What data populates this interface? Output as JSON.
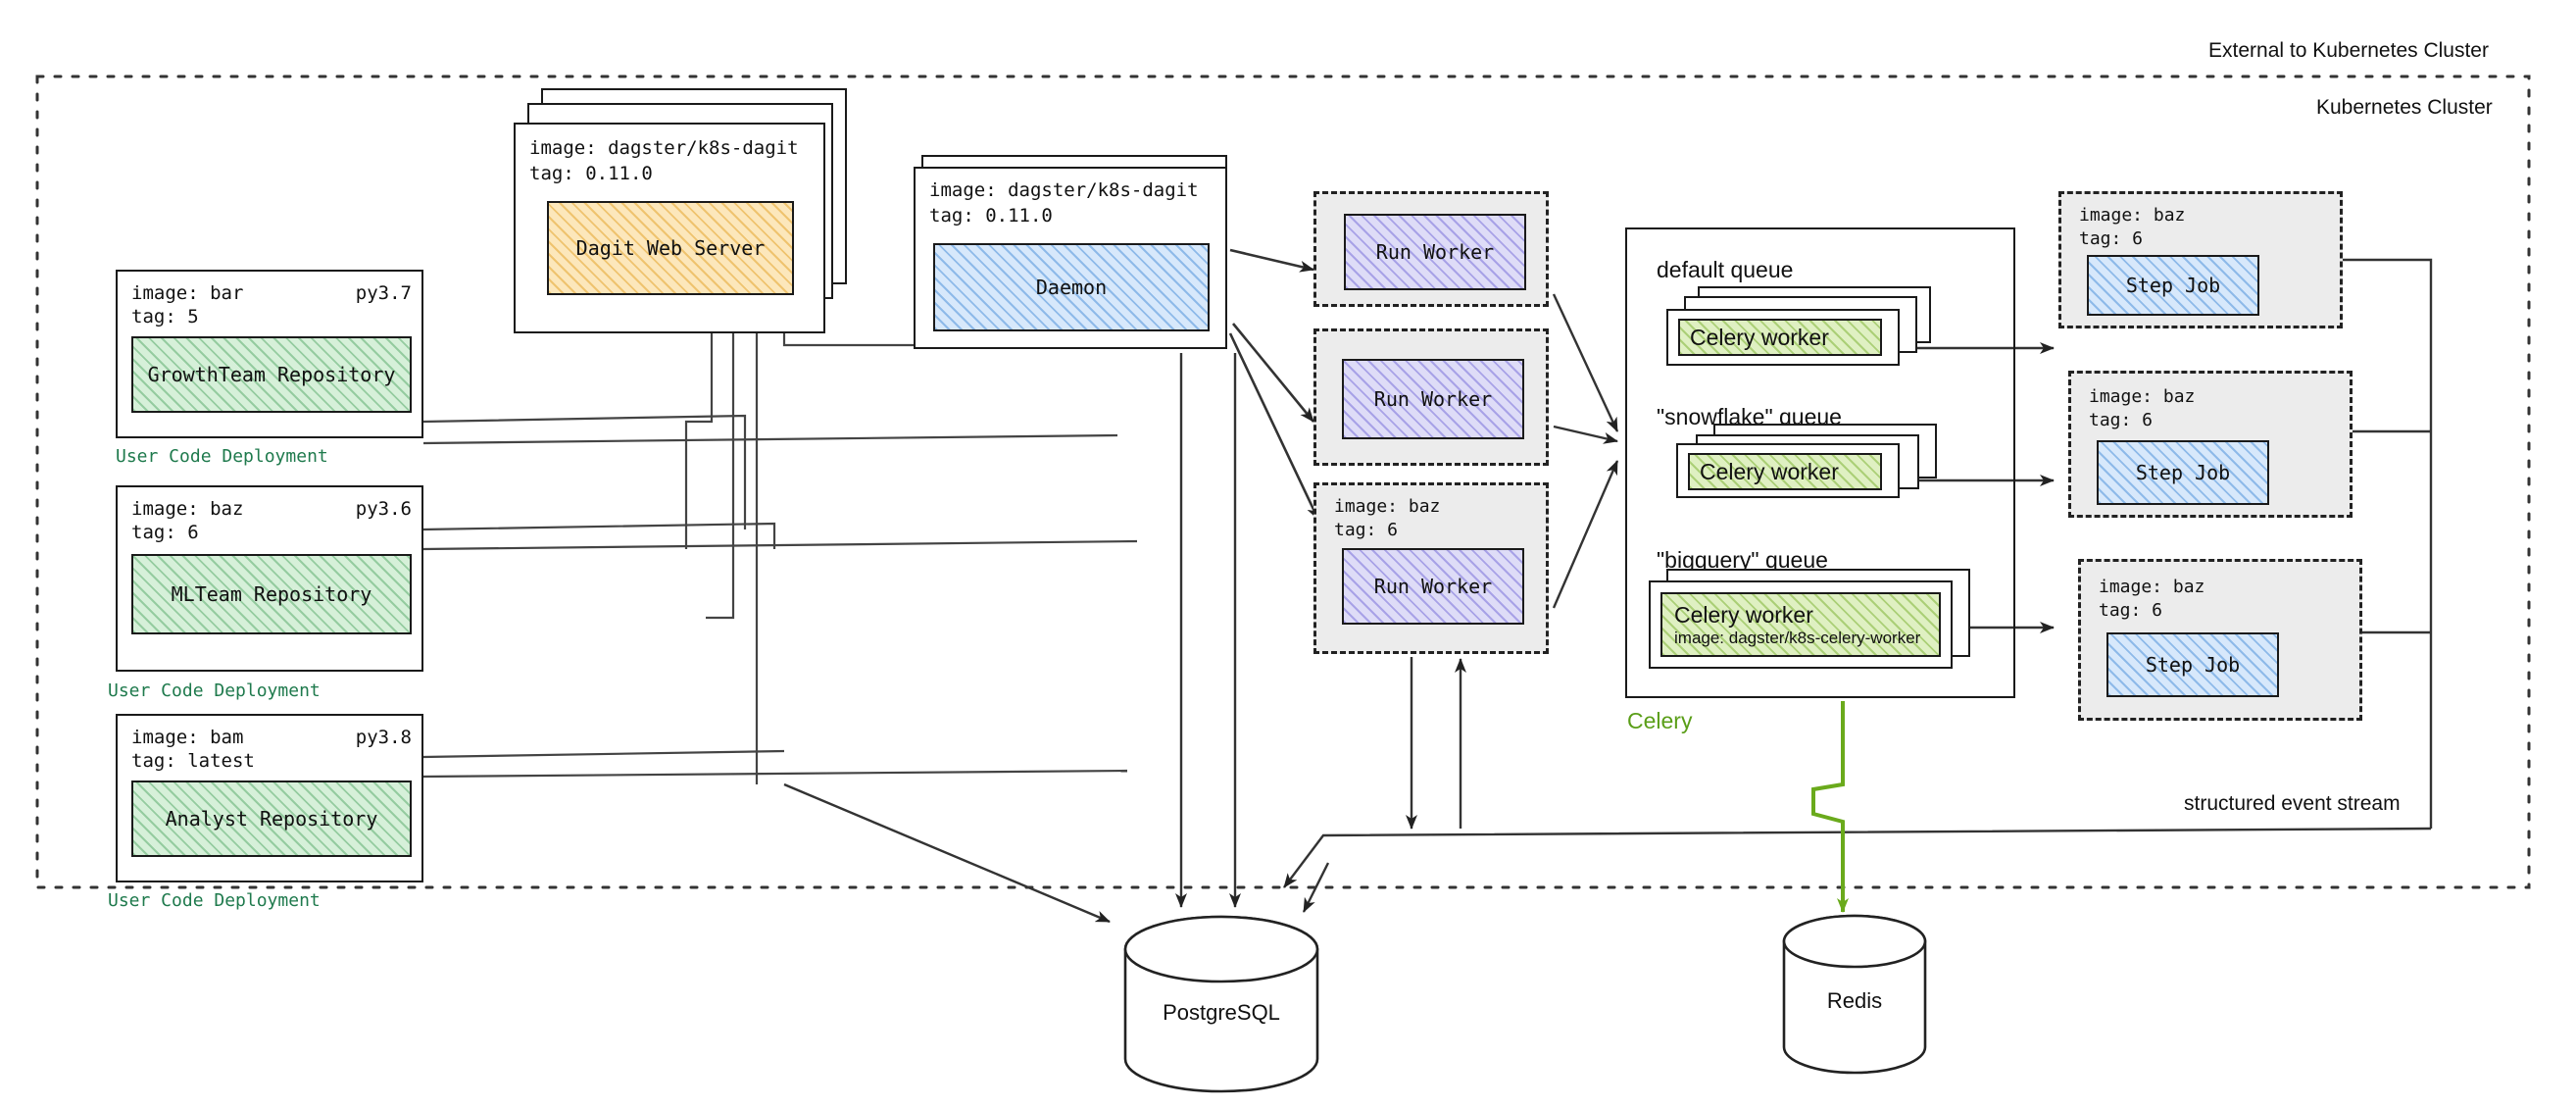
{
  "diagram": {
    "title": "Dagster Kubernetes Deployment Architecture",
    "boundaries": {
      "external_label": "External to Kubernetes Cluster",
      "cluster_label": "Kubernetes Cluster",
      "event_stream_label": "structured event stream"
    },
    "colors": {
      "green": "#46a05a",
      "orange": "#e2a023",
      "blue": "#468cd7",
      "purple": "#7369d7",
      "celery_green": "#5a9e18",
      "user_code_label": "#1f7a4d",
      "ink": "#1a1a1a"
    }
  },
  "user_code_deployments": [
    {
      "image_label": "image: bar",
      "python_label": "py3.7",
      "tag_label": "tag: 5",
      "repository": "GrowthTeam Repository",
      "caption": "User Code Deployment"
    },
    {
      "image_label": "image: baz",
      "python_label": "py3.6",
      "tag_label": "tag: 6",
      "repository": "MLTeam Repository",
      "caption": "User Code Deployment"
    },
    {
      "image_label": "image: bam",
      "python_label": "py3.8",
      "tag_label": "tag: latest",
      "repository": "Analyst Repository",
      "caption": "User Code Deployment"
    }
  ],
  "dagit": {
    "image_label": "image: dagster/k8s-dagit",
    "tag_label": "tag: 0.11.0",
    "name": "Dagit Web Server"
  },
  "daemon": {
    "image_label": "image: dagster/k8s-dagit",
    "tag_label": "tag: 0.11.0",
    "name": "Daemon"
  },
  "run_workers": [
    {
      "name": "Run Worker",
      "image_label": "",
      "tag_label": ""
    },
    {
      "name": "Run Worker",
      "image_label": "",
      "tag_label": ""
    },
    {
      "name": "Run Worker",
      "image_label": "image: baz",
      "tag_label": "tag: 6"
    }
  ],
  "celery": {
    "group_label": "Celery",
    "queues": [
      {
        "queue_label": "default queue",
        "worker_name": "Celery worker",
        "worker_image": ""
      },
      {
        "queue_label": "\"snowflake\" queue",
        "worker_name": "Celery worker",
        "worker_image": ""
      },
      {
        "queue_label": "\"bigquery\" queue",
        "worker_name": "Celery worker",
        "worker_image": "image: dagster/k8s-celery-worker"
      }
    ]
  },
  "step_jobs": [
    {
      "image_label": "image: baz",
      "tag_label": "tag: 6",
      "name": "Step Job"
    },
    {
      "image_label": "image: baz",
      "tag_label": "tag: 6",
      "name": "Step Job"
    },
    {
      "image_label": "image: baz",
      "tag_label": "tag: 6",
      "name": "Step Job"
    }
  ],
  "datastores": [
    {
      "name": "PostgreSQL"
    },
    {
      "name": "Redis"
    }
  ]
}
